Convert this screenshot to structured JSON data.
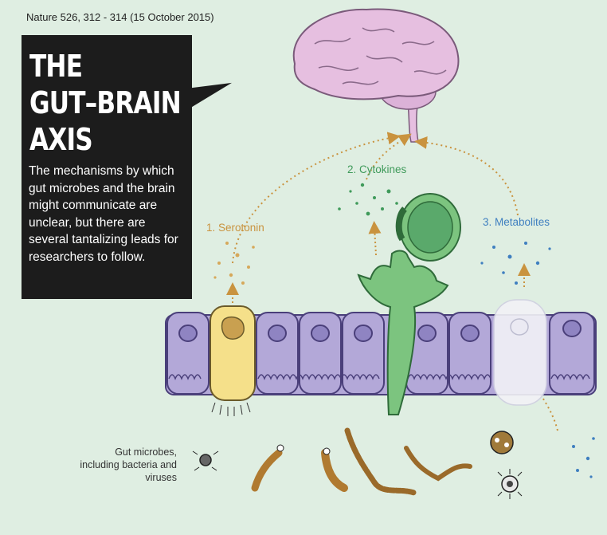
{
  "citation": "Nature 526, 312 - 314 (15 October 2015)",
  "title_lines": [
    "THE",
    "GUT–BRAIN",
    "AXIS"
  ],
  "description": "The mechanisms by which gut microbes and the brain might communicate are unclear, but there are several tantalizing leads for researchers to follow.",
  "pathways": [
    {
      "label": "1. Serotonin",
      "color": "#c9933f"
    },
    {
      "label": "2. Cytokines",
      "color": "#3f9a5a"
    },
    {
      "label": "3. Metabolites",
      "color": "#3f7fc0"
    }
  ],
  "microbes_label": "Gut microbes, including bacteria and viruses",
  "colors": {
    "background": "#dfeee2",
    "brain": "#e6bfe0",
    "epithelial_cell": "#b3a8d8",
    "enteroendocrine_cell": "#f5e08a",
    "immune_cell": "#7cc47f",
    "arrow": "#c9933f"
  }
}
